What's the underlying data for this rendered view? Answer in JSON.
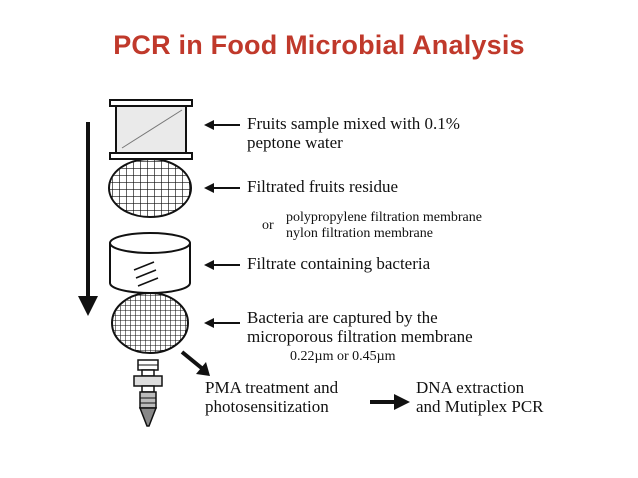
{
  "title": "PCR in Food Microbial Analysis",
  "colors": {
    "title": "#c0392b",
    "ink": "#111111"
  },
  "steps": {
    "sample": {
      "line1": "Fruits sample mixed with 0.1%",
      "line2": "peptone water"
    },
    "residue": {
      "line1": "Filtrated fruits residue"
    },
    "membrane_option": {
      "or": "or",
      "option1": "polypropylene filtration membrane",
      "option2": "nylon filtration membrane"
    },
    "filtrate": {
      "line1": "Filtrate containing bacteria"
    },
    "captured": {
      "line1": "Bacteria are captured by the",
      "line2": "microporous filtration membrane",
      "pore": "0.22µm or 0.45µm"
    },
    "pma": {
      "line1": "PMA treatment and",
      "line2": "photosensitization"
    },
    "dna": {
      "line1": "DNA extraction",
      "line2": "and Mutiplex PCR"
    }
  }
}
